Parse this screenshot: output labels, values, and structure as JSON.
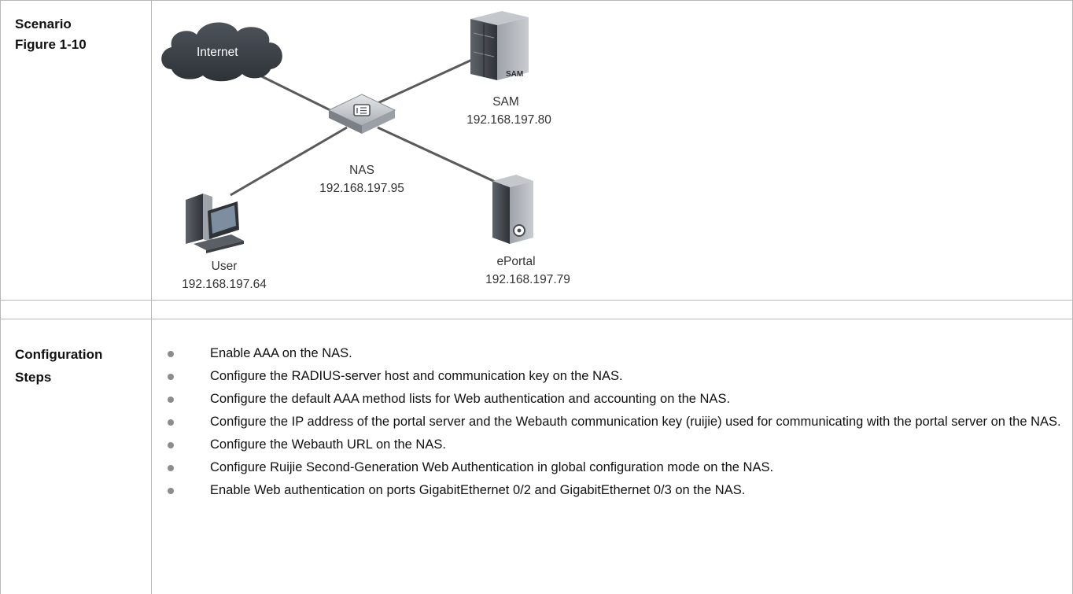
{
  "scenario": {
    "label_line1": "Scenario",
    "label_line2": "Figure 1-10"
  },
  "diagram": {
    "internet_label": "Internet",
    "sam_badge": "SAM",
    "sam_name": "SAM",
    "sam_ip": "192.168.197.80",
    "nas_name": "NAS",
    "nas_ip": "192.168.197.95",
    "eportal_name": "ePortal",
    "eportal_ip": "192.168.197.79",
    "user_name": "User",
    "user_ip": "192.168.197.64"
  },
  "config": {
    "label_line1": "Configuration",
    "label_line2": "Steps",
    "steps": [
      "Enable AAA on the NAS.",
      "Configure the RADIUS-server host and communication key on the NAS.",
      "Configure the default AAA method lists for Web authentication and accounting on the NAS.",
      "Configure the IP address of the portal server and the Webauth communication key (ruijie) used for communicating with the portal server on the NAS.",
      "Configure the Webauth URL on the NAS.",
      "Configure Ruijie Second-Generation Web Authentication in global configuration mode on the NAS.",
      "Enable Web authentication on ports GigabitEthernet 0/2 and GigabitEthernet 0/3 on the NAS."
    ]
  }
}
